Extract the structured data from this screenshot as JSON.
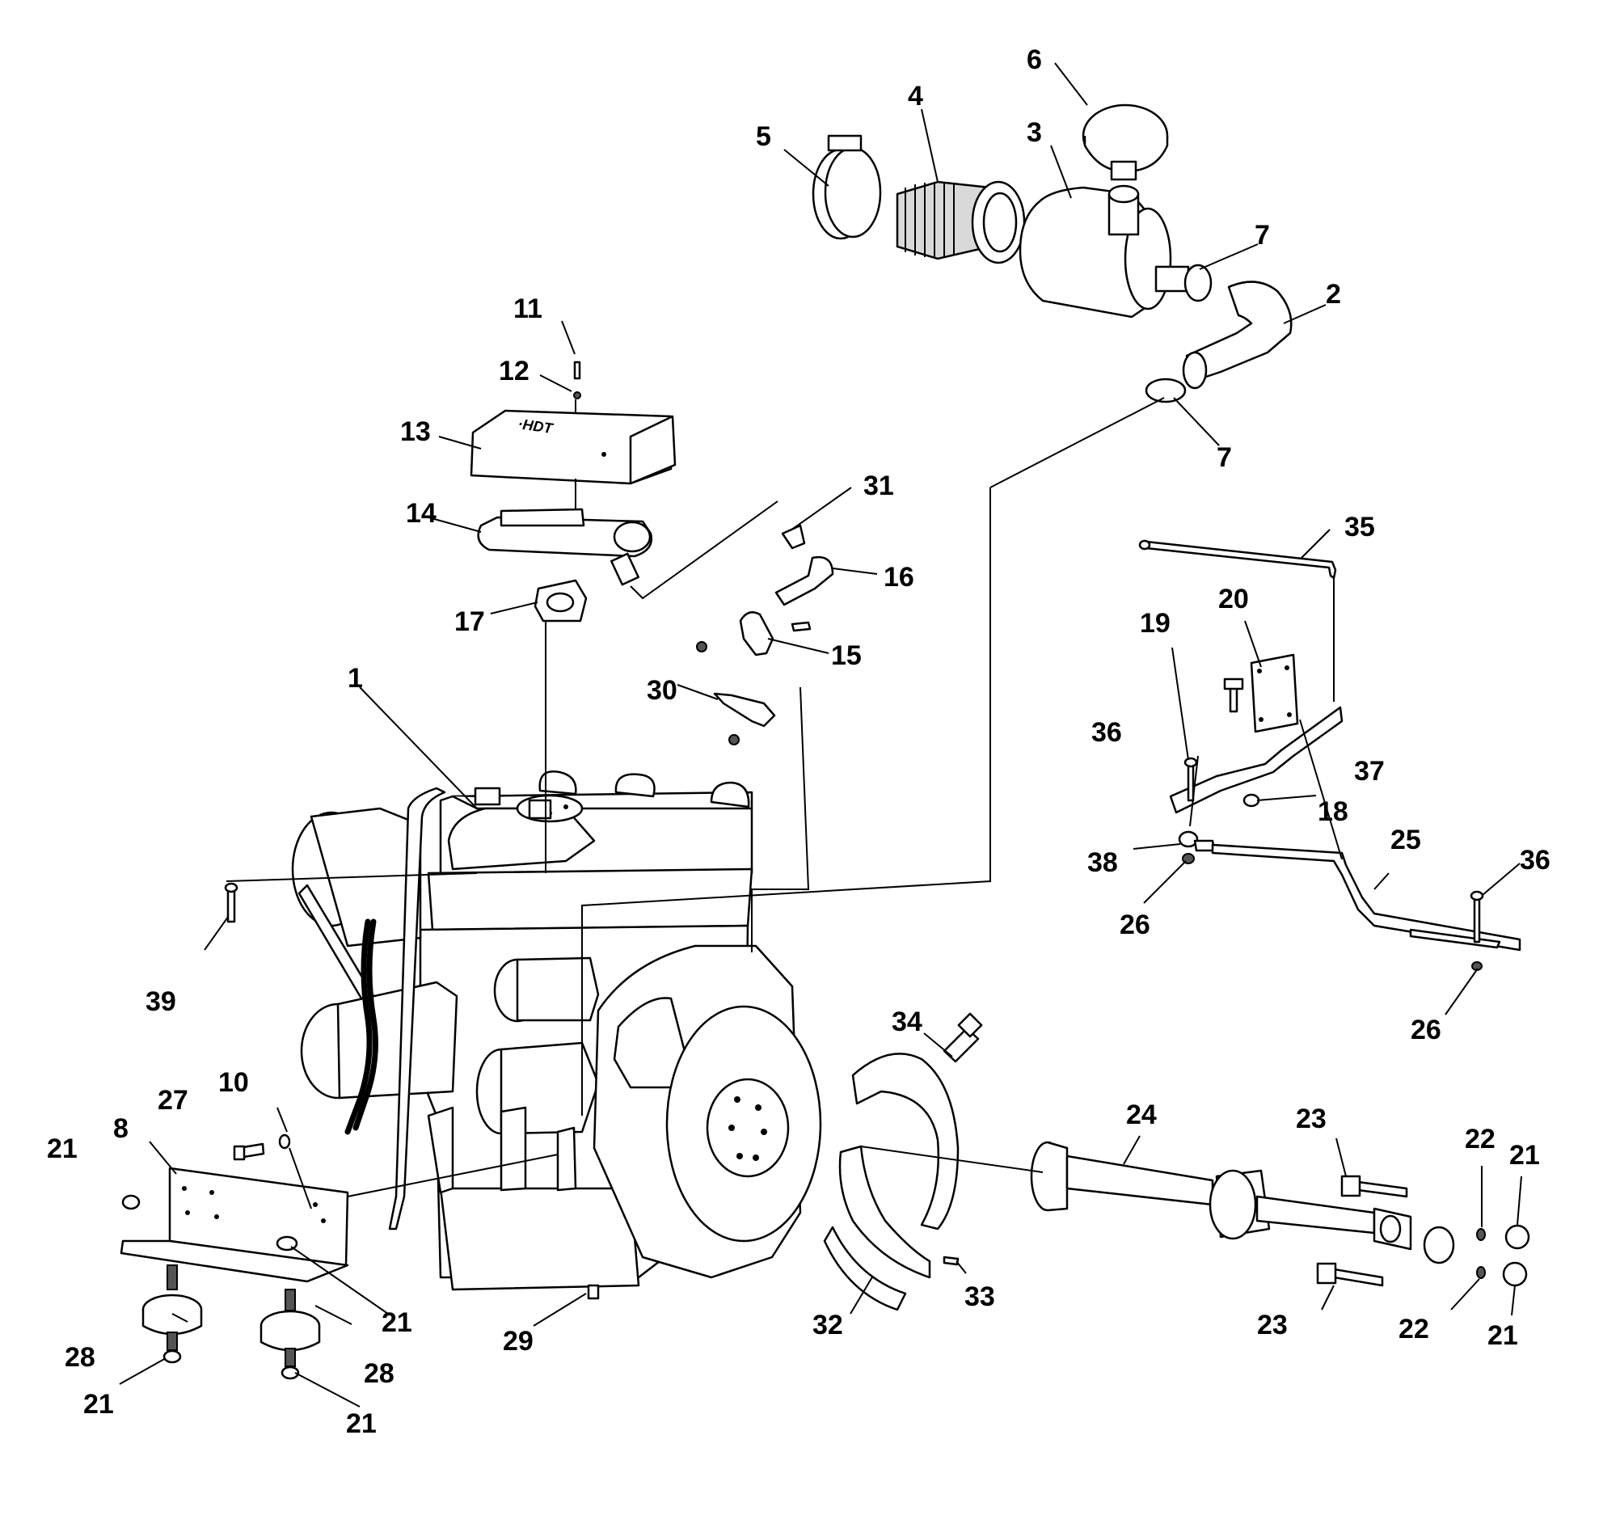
{
  "diagram": {
    "callouts": [
      "1",
      "2",
      "3",
      "4",
      "5",
      "6",
      "7",
      "7",
      "8",
      "10",
      "11",
      "12",
      "13",
      "14",
      "15",
      "16",
      "17",
      "18",
      "19",
      "20",
      "21",
      "21",
      "21",
      "21",
      "21",
      "21",
      "22",
      "22",
      "23",
      "23",
      "24",
      "25",
      "26",
      "26",
      "27",
      "28",
      "28",
      "29",
      "30",
      "31",
      "32",
      "33",
      "34",
      "35",
      "36",
      "36",
      "37",
      "38",
      "39"
    ],
    "emblem_text": "·HDT"
  }
}
